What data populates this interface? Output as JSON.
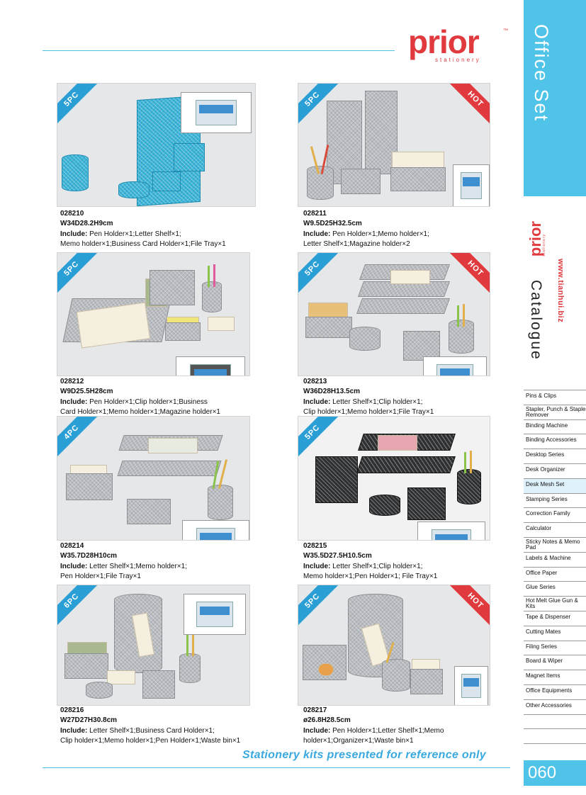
{
  "brand": {
    "name": "prior",
    "tm": "™",
    "tagline": "stationery"
  },
  "sidebar": {
    "section_title": "Office Set",
    "logo": "prior",
    "logo_sub": "stationery",
    "url": "www.tianhui.biz",
    "catalogue": "Catalogue",
    "categories": [
      "Pins & Clips",
      "Stapler, Punch & Staple Remover",
      "Binding Machine",
      "Binding Accessories",
      "Desktop Series",
      "Desk Organizer",
      "Desk Mesh Set",
      "Stamping Series",
      "Correction Family",
      "Calculator",
      "Sticky Notes & Memo Pad",
      "Labels & Machine",
      "Office Paper",
      "Glue Series",
      "Hot Melt Glue Gun & Kits",
      "Tape & Dispenser",
      "Cutting Mates",
      "Filing Series",
      "Board & Wiper",
      "Magnet Items",
      "Office Equipments",
      "Other Accessories"
    ],
    "active_category": "Desk Mesh Set",
    "page_number": "060"
  },
  "products": [
    {
      "code": "028210",
      "dims": "W34D28.2H9cm",
      "include_label": "Include:",
      "include_1": "Pen Holder×1;Letter Shelf×1;",
      "include_2": "Memo holder×1;Business Card Holder×1;File Tray×1",
      "badge": "5PC",
      "hot": ""
    },
    {
      "code": "028211",
      "dims": "W9.5D25H32.5cm",
      "include_label": "Include:",
      "include_1": "Pen Holder×1;Memo holder×1;",
      "include_2": "Letter Shelf×1;Magazine holder×2",
      "badge": "5PC",
      "hot": "HOT"
    },
    {
      "code": "028212",
      "dims": "W9D25.5H28cm",
      "include_label": "Include:",
      "include_1": "Pen Holder×1;Clip holder×1;Business",
      "include_2": "Card Holder×1;Memo holder×1;Magazine holder×1",
      "badge": "5PC",
      "hot": ""
    },
    {
      "code": "028213",
      "dims": "W36D28H13.5cm",
      "include_label": "Include:",
      "include_1": "Letter Shelf×1;Clip holder×1;",
      "include_2": "Clip holder×1;Memo holder×1;File Tray×1",
      "badge": "5PC",
      "hot": "HOT"
    },
    {
      "code": "028214",
      "dims": "W35.7D28H10cm",
      "include_label": "Include:",
      "include_1": "Letter Shelf×1;Memo holder×1;",
      "include_2": "Pen Holder×1;File Tray×1",
      "badge": "4PC",
      "hot": ""
    },
    {
      "code": "028215",
      "dims": "W35.5D27.5H10.5cm",
      "include_label": "Include:",
      "include_1": "Letter Shelf×1;Clip holder×1;",
      "include_2": "Memo holder×1;Pen Holder×1; File Tray×1",
      "badge": "5PC",
      "hot": ""
    },
    {
      "code": "028216",
      "dims": "W27D27H30.8cm",
      "include_label": "Include:",
      "include_1": "Letter Shelf×1;Business Card Holder×1;",
      "include_2": "Clip holder×1;Memo holder×1;Pen Holder×1;Waste bin×1",
      "badge": "6PC",
      "hot": ""
    },
    {
      "code": "028217",
      "dims": "ø26.8H28.5cm",
      "include_label": "Include:",
      "include_1": "Pen Holder×1;Letter Shelf×1;Memo",
      "include_2": "holder×1;Organizer×1;Waste bin×1",
      "badge": "5PC",
      "hot": "HOT"
    }
  ],
  "footer_note": "Stationery kits presented for reference only",
  "colors": {
    "accent": "#4fc3e8",
    "brand": "#e03a3e",
    "badge": "#2a9fd6"
  }
}
